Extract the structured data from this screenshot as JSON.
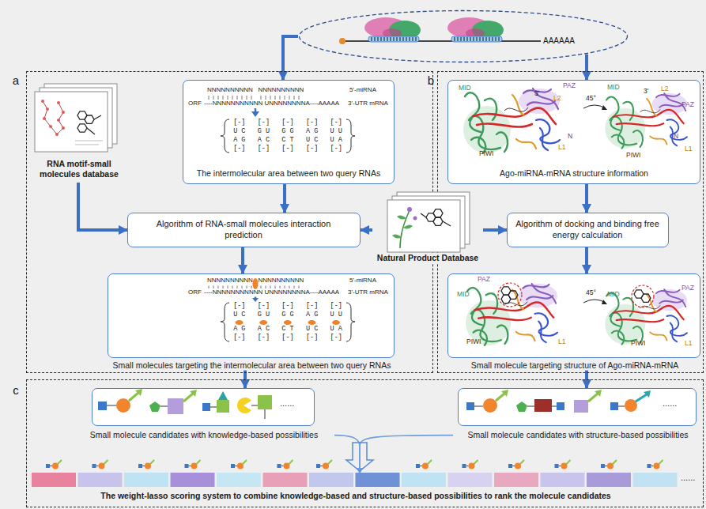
{
  "diagram": {
    "nodes": [
      {
        "text": [
          "AAAAAA"
        ]
      },
      {
        "text": [
          "a"
        ]
      },
      {
        "text": [
          "RNA motif-small molecules database"
        ],
        "in": 1
      },
      {
        "text": [
          "The intermolecular area between two query RNAs"
        ],
        "in": 1
      },
      {
        "text": [
          "Algorithm of RNA-small molecules interaction prediction"
        ],
        "in": 1
      },
      {
        "text": [
          "Natural Product Database"
        ]
      },
      {
        "text": [
          "Small molecules targeting the intermolecular area between two query RNAs"
        ],
        "in": 1
      },
      {
        "text": [
          "b"
        ]
      },
      {
        "text": [
          "Ago-miRNA-mRNA structure information"
        ],
        "in": 7
      },
      {
        "text": [
          "Algorithm of docking and binding free energy calculation"
        ],
        "in": 7
      },
      {
        "text": [
          "Small molecule targeting structure of Ago-miRNA-mRNA"
        ],
        "in": 7
      },
      {
        "text": [
          "c"
        ]
      },
      {
        "text": [
          "Small molecule candidates with knowledge-based possibilities"
        ],
        "in": 11
      },
      {
        "text": [
          "Small molecule candidates with structure-based possibilities"
        ],
        "in": 11
      },
      {
        "text": [
          "The weight-lasso scoring system to combine knowledge-based and structure-based possibilities to rank the molecule candidates"
        ],
        "in": 11
      }
    ],
    "edges": [
      {
        "from": 0,
        "to": 3,
        "arrow": "to"
      },
      {
        "from": 0,
        "to": 8,
        "arrow": "to"
      },
      {
        "from": 2,
        "to": 4,
        "arrow": "to"
      },
      {
        "from": 3,
        "to": 4,
        "arrow": "to"
      },
      {
        "from": 5,
        "to": 4,
        "arrow": "to"
      },
      {
        "from": 5,
        "to": 9,
        "arrow": "to"
      },
      {
        "from": 4,
        "to": 6,
        "arrow": "to"
      },
      {
        "from": 8,
        "to": 9,
        "arrow": "to"
      },
      {
        "from": 9,
        "to": 10,
        "arrow": "to"
      },
      {
        "from": 6,
        "to": 12,
        "arrow": "to"
      },
      {
        "from": 10,
        "to": 13,
        "arrow": "to"
      },
      {
        "from": 12,
        "to": 14,
        "arrow": "to"
      },
      {
        "from": 13,
        "to": 14,
        "arrow": "to"
      }
    ],
    "labels": [
      "NNNNNNNNNN   NNNNNNNNNN",
      "5'-miRNA",
      "ORF",
      "----NNNNNNNNNNN UNNNNNNNNA----AAAAA",
      "3'-UTR mRNA",
      "[-]   [-]   [-]   [-]   [-]",
      "U C   G U   G G   A G   U U",
      "A G   A C   C T   U C   U A",
      "[-]   [-]   [-]   [-]   [-]",
      "NNNNNNNNNN   NNNNNNNNNN",
      "5'-miRNA",
      "ORF",
      "----NNNNNNNNNNN UNNNNNNNNA----AAAAA",
      "3'-UTR mRNA",
      "[-]   [-]   [-]   [-]   [-]",
      "U C   G U   G G   A G   U U",
      "A G   A C   C T   U C   U A",
      "[-]   [-]   [-]   [-]   [-]",
      "MID",
      "PAZ",
      "L2",
      "3'",
      "N",
      "PIWI",
      "L1",
      "45°",
      "MID",
      "3'",
      "L2",
      "PAZ",
      "N",
      "PIWI",
      "L1",
      "PAZ",
      "MID",
      "PIWI",
      "L1",
      "45°",
      "MID",
      "PAZ",
      "PIWI",
      "L1",
      "......",
      "......",
      "......"
    ]
  }
}
